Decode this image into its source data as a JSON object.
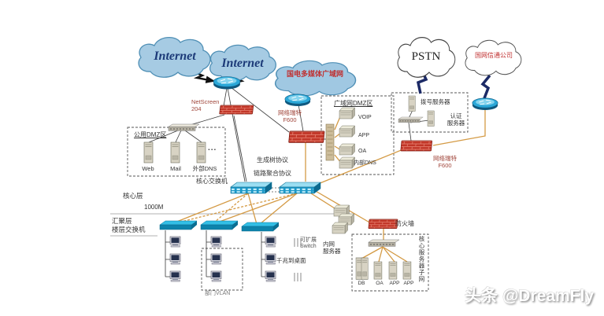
{
  "clouds": {
    "internet1": "Internet",
    "internet2": "Internet",
    "media_wan": "国电多媒体广域网",
    "pstn": "PSTN",
    "sgcc": "国网信通公司"
  },
  "labels": {
    "netscreen_l1": "NetScreen",
    "netscreen_l2": "204",
    "f600_left_l1": "网络瑞特",
    "f600_left_l2": "F600",
    "f600_right_l1": "网络瑞特",
    "f600_right_l2": "F600",
    "core_switch": "核心交换机",
    "stp": "生成树协议",
    "lacp": "链路聚合协议",
    "core_layer": "核心层",
    "bandwidth": "1000M",
    "agg_layer": "汇聚层",
    "floor_switch": "楼层交换机",
    "scalable_l1": "可扩展",
    "scalable_l2": "Switch",
    "gigabit": "千兆到桌面",
    "intranet_l1": "内网",
    "intranet_l2": "服务器",
    "firewall": "防火墙",
    "dept_vlan": "部门VLAN",
    "more_dots": "..."
  },
  "public_dmz": {
    "title": "公用DMZ区",
    "servers": [
      "Web",
      "Mail",
      "外部DNS"
    ]
  },
  "wan_dmz": {
    "title": "广域网DMZ区",
    "servers": [
      "VOIP",
      "APP",
      "OA",
      "内部DNS"
    ]
  },
  "dialup_zone": {
    "dial_server": "拨号服务器",
    "auth_l1": "认证",
    "auth_l2": "服务器"
  },
  "core_server_zone": {
    "title_vertical": "核心服务器子网",
    "servers": [
      "DB",
      "OA",
      "APP",
      "APP"
    ]
  },
  "watermark": "头条 @DreamFly",
  "colors": {
    "cloud_blue": "#a6cbe3",
    "firewall_red": "#c13527",
    "switch_blue": "#1b98c8",
    "line_orange": "#d49a44",
    "label_red": "#c03030"
  }
}
